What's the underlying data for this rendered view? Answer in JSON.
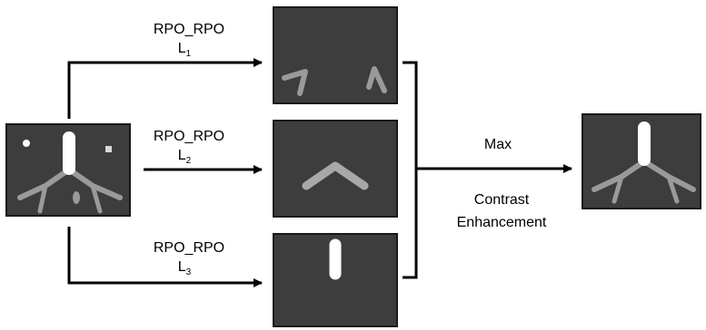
{
  "colors": {
    "panel_fill": "#3d3d3d",
    "panel_stroke": "#1a1a1a",
    "structure_gray": "#9a9a9a",
    "structure_white": "#ffffff",
    "arrow": "#000000"
  },
  "branches": [
    {
      "label": "RPO_RPO",
      "sub_base": "L",
      "sub_index": "1"
    },
    {
      "label": "RPO_RPO",
      "sub_base": "L",
      "sub_index": "2"
    },
    {
      "label": "RPO_RPO",
      "sub_base": "L",
      "sub_index": "3"
    }
  ],
  "output_arrow": {
    "label_top": "Max",
    "label_bottom_line1": "Contrast",
    "label_bottom_line2": "Enhancement"
  }
}
